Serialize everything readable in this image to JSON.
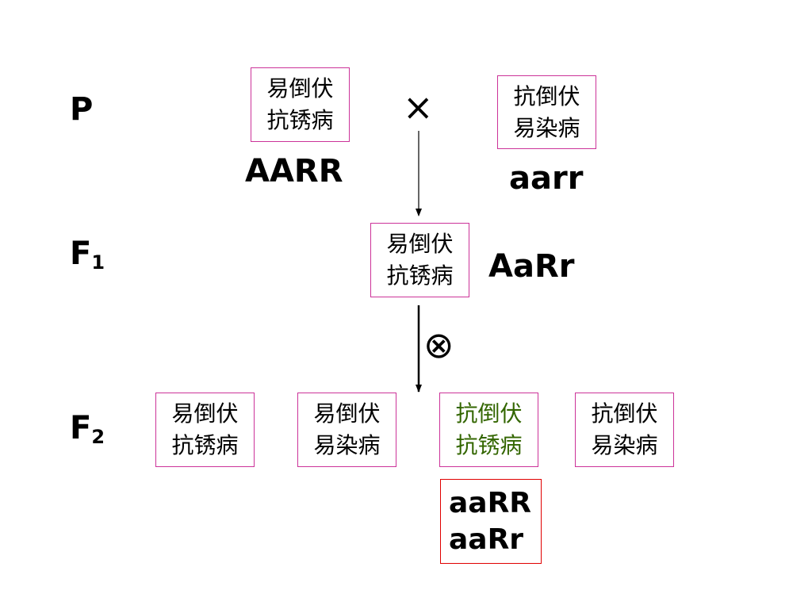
{
  "generations": {
    "p": "P",
    "f1": "F",
    "f1_sub": "1",
    "f2": "F",
    "f2_sub": "2"
  },
  "parents": {
    "left": {
      "line1": "易倒伏",
      "line2": "抗锈病",
      "genotype": "AARR"
    },
    "right": {
      "line1": "抗倒伏",
      "line2": "易染病",
      "genotype": "aarr"
    },
    "cross_symbol": "×"
  },
  "f1": {
    "line1": "易倒伏",
    "line2": "抗锈病",
    "genotype": "AaRr",
    "selfing_symbol": "⊗"
  },
  "f2": [
    {
      "line1": "易倒伏",
      "line2": "抗锈病"
    },
    {
      "line1": "易倒伏",
      "line2": "易染病"
    },
    {
      "line1": "抗倒伏",
      "line2": "抗锈病"
    },
    {
      "line1": "抗倒伏",
      "line2": "易染病"
    }
  ],
  "selected_genotypes": [
    "aaRR",
    "aaRr"
  ],
  "colors": {
    "box_border": "#cc3399",
    "highlight_text": "#336600",
    "genotype_box_border": "#e00000"
  }
}
